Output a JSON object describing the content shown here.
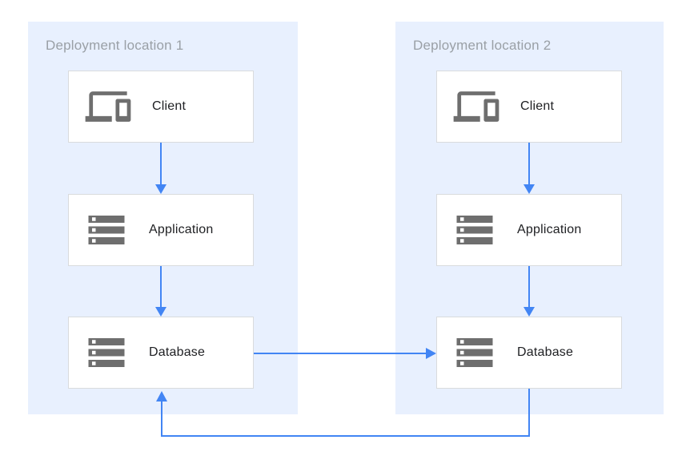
{
  "diagram": {
    "panels": [
      {
        "title": "Deployment location 1",
        "nodes": [
          {
            "label": "Client",
            "icon": "devices-icon"
          },
          {
            "label": "Application",
            "icon": "server-stack-icon"
          },
          {
            "label": "Database",
            "icon": "server-stack-icon"
          }
        ]
      },
      {
        "title": "Deployment location 2",
        "nodes": [
          {
            "label": "Client",
            "icon": "devices-icon"
          },
          {
            "label": "Application",
            "icon": "server-stack-icon"
          },
          {
            "label": "Database",
            "icon": "server-stack-icon"
          }
        ]
      }
    ],
    "connections": [
      {
        "from": "Client (location 1)",
        "to": "Application (location 1)",
        "style": "arrow-down"
      },
      {
        "from": "Application (location 1)",
        "to": "Database (location 1)",
        "style": "arrow-down"
      },
      {
        "from": "Client (location 2)",
        "to": "Application (location 2)",
        "style": "arrow-down"
      },
      {
        "from": "Application (location 2)",
        "to": "Database (location 2)",
        "style": "arrow-down"
      },
      {
        "from": "Database (location 1)",
        "to": "Database (location 2)",
        "style": "arrow-right"
      },
      {
        "from": "Database (location 2)",
        "to": "Database (location 1)",
        "style": "loop-below-arrow-up"
      }
    ],
    "colors": {
      "panel_background": "#e8f0fe",
      "panel_title_text": "#9aa0a6",
      "node_background": "#ffffff",
      "node_border": "#d9dbdd",
      "node_label_text": "#202124",
      "icon_gray": "#6e6e6e",
      "arrow_blue": "#4285f4"
    }
  }
}
